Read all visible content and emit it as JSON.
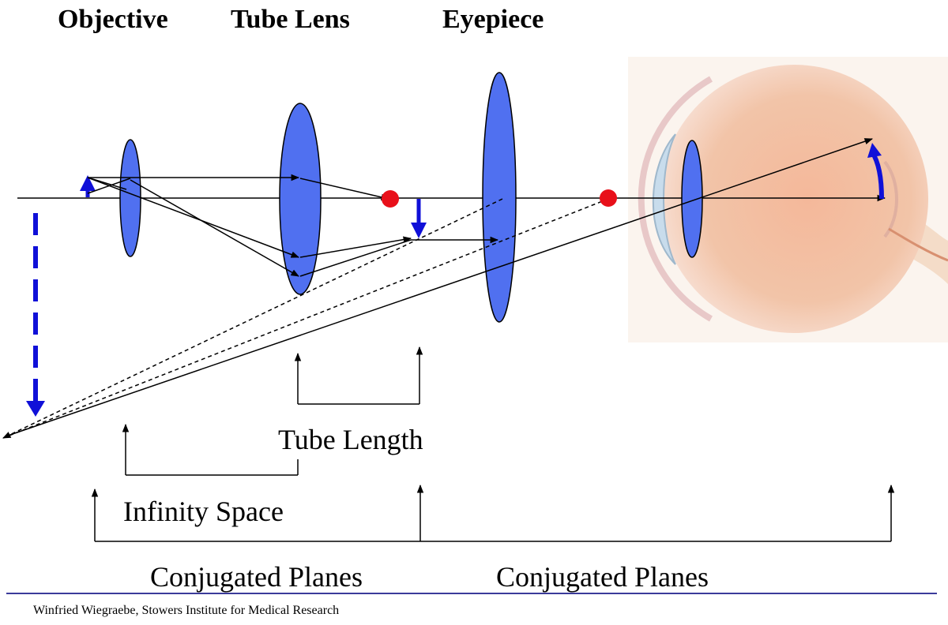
{
  "headings": {
    "objective": "Objective",
    "tube_lens": "Tube Lens",
    "eyepiece": "Eyepiece"
  },
  "labels": {
    "tube_length": "Tube Length",
    "infinity_space": "Infinity Space",
    "conjugated_planes_left": "Conjugated Planes",
    "conjugated_planes_right": "Conjugated Planes"
  },
  "credit": "Winfried Wiegraebe, Stowers Institute for Medical Research",
  "colors": {
    "lens_fill": "#5070f0",
    "focal_point": "#e8101a",
    "image_arrow": "#1010d8",
    "footer_rule": "#3b3b9a"
  },
  "icons": {
    "eye": "eye-cross-section-illustration"
  }
}
